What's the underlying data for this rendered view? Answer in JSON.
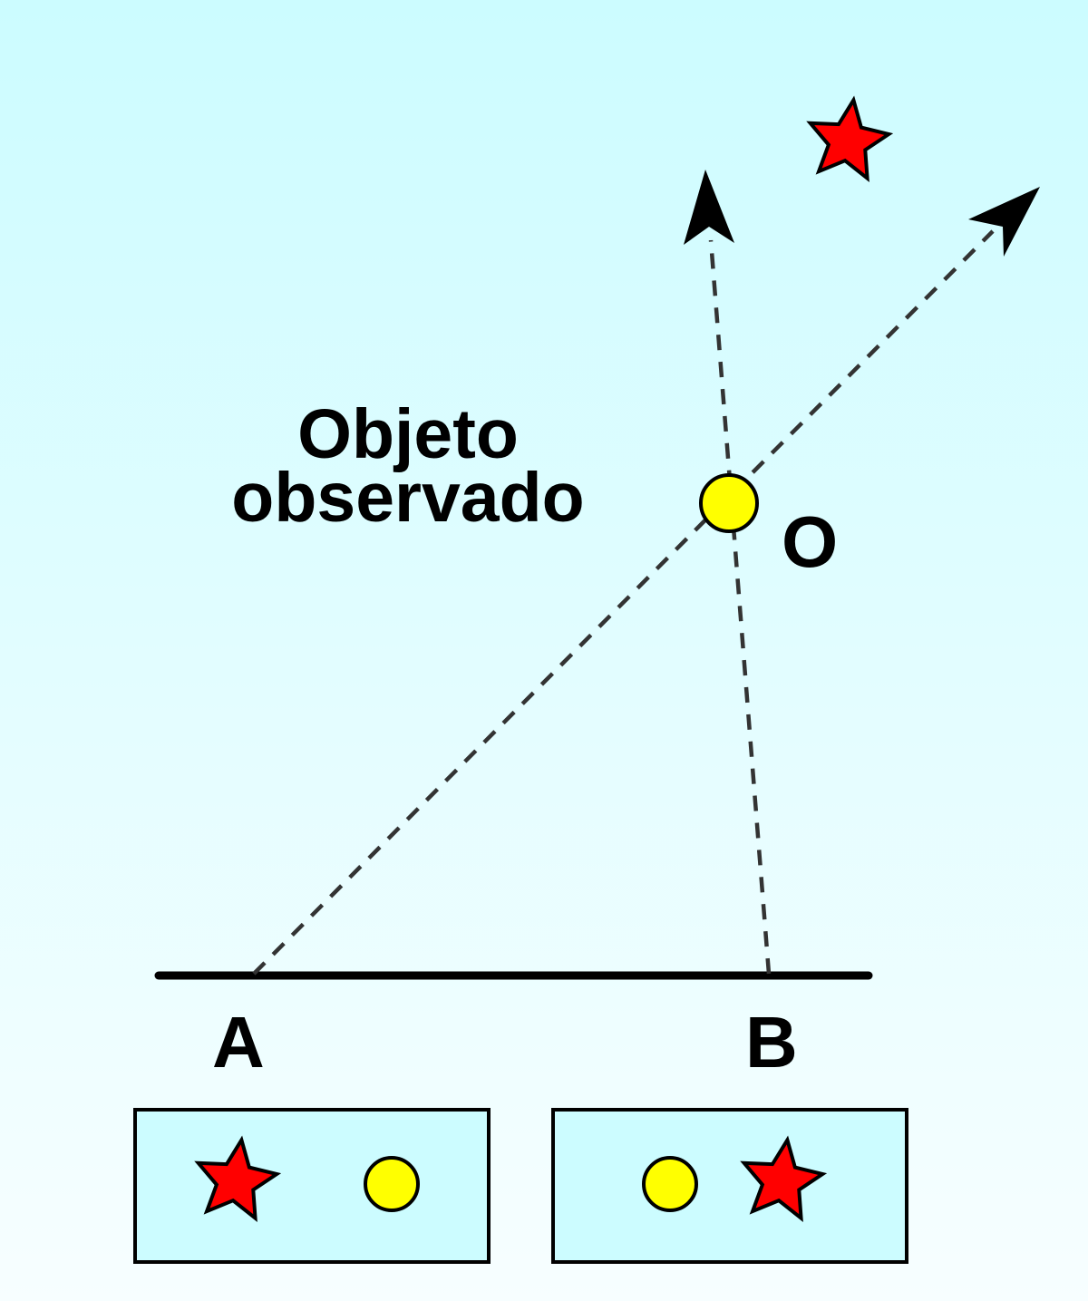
{
  "labels": {
    "object_line1": "Objeto",
    "object_line2": "observado",
    "point_o": "O",
    "point_a": "A",
    "point_b": "B"
  },
  "icons": {
    "object": "yellow-circle",
    "background_star": "red-star"
  },
  "colors": {
    "background_top": "#ccfcff",
    "background_bottom": "#f7feff",
    "object_fill": "#ffff00",
    "star_fill": "#ff0000",
    "panel_fill": "#ccfcff",
    "line": "#000000",
    "sight_line": "#333333"
  }
}
